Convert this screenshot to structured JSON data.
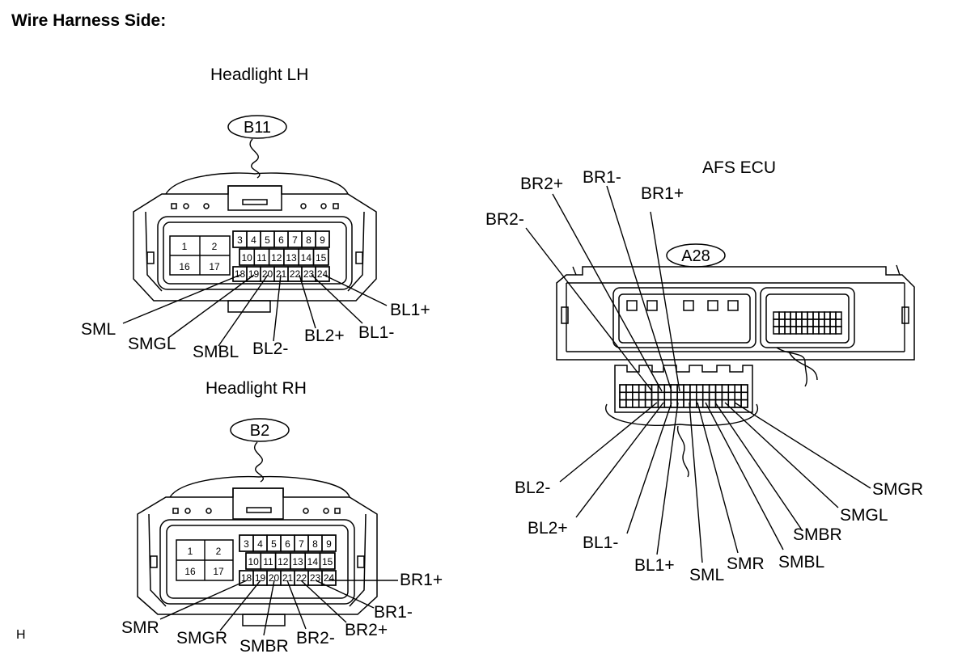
{
  "heading": "Wire Harness Side:",
  "corner_mark": "H",
  "left_top": {
    "title": "Headlight LH",
    "connector_id": "B11",
    "pins_big": [
      "1",
      "2",
      "16",
      "17"
    ],
    "pins_row1": [
      "3",
      "4",
      "5",
      "6",
      "7",
      "8",
      "9"
    ],
    "pins_row2": [
      "10",
      "11",
      "12",
      "13",
      "14",
      "15"
    ],
    "pins_row3": [
      "18",
      "19",
      "20",
      "21",
      "22",
      "23",
      "24"
    ],
    "labels": [
      "SML",
      "SMGL",
      "SMBL",
      "BL2-",
      "BL2+",
      "BL1-",
      "BL1+"
    ]
  },
  "left_bottom": {
    "title": "Headlight RH",
    "connector_id": "B2",
    "pins_big": [
      "1",
      "2",
      "16",
      "17"
    ],
    "pins_row1": [
      "3",
      "4",
      "5",
      "6",
      "7",
      "8",
      "9"
    ],
    "pins_row2": [
      "10",
      "11",
      "12",
      "13",
      "14",
      "15"
    ],
    "pins_row3": [
      "18",
      "19",
      "20",
      "21",
      "22",
      "23",
      "24"
    ],
    "labels": [
      "SMR",
      "SMGR",
      "SMBR",
      "BR2-",
      "BR2+",
      "BR1-",
      "BR1+"
    ]
  },
  "ecu": {
    "title": "AFS ECU",
    "connector_id": "A28",
    "top_labels": [
      "BR2-",
      "BR2+",
      "BR1-",
      "BR1+"
    ],
    "bottom_labels": [
      "BL2-",
      "BL2+",
      "BL1-",
      "BL1+",
      "SML",
      "SMR",
      "SMBL",
      "SMBR",
      "SMGL",
      "SMGR"
    ]
  }
}
